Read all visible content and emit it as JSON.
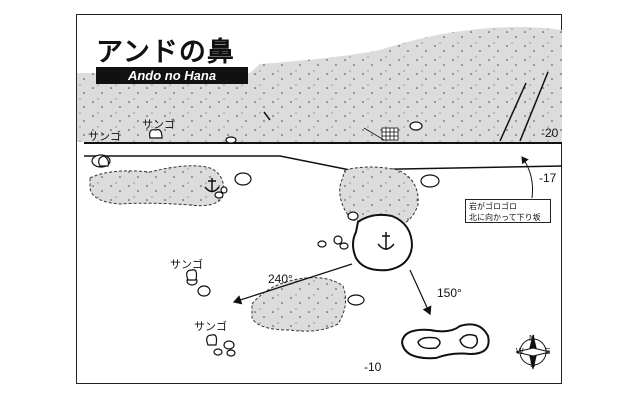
{
  "map": {
    "title": "アンドの鼻",
    "subtitle": "Ando no Hana",
    "coral_label_1": "サンゴ",
    "coral_label_2": "サンゴ",
    "coral_label_3": "サンゴ",
    "coral_label_4": "サンゴ",
    "depth_labels": [
      "-20",
      "-17",
      "-10"
    ],
    "bearings": [
      "240°",
      "150°"
    ],
    "note_lines": [
      "岩がゴロゴロ",
      "北に向かって下り坂"
    ],
    "compass_letters": [
      "N",
      "E",
      "S",
      "W"
    ],
    "colors": {
      "sand": "#dcdcdc",
      "ink": "#111111",
      "background": "#ffffff"
    }
  }
}
